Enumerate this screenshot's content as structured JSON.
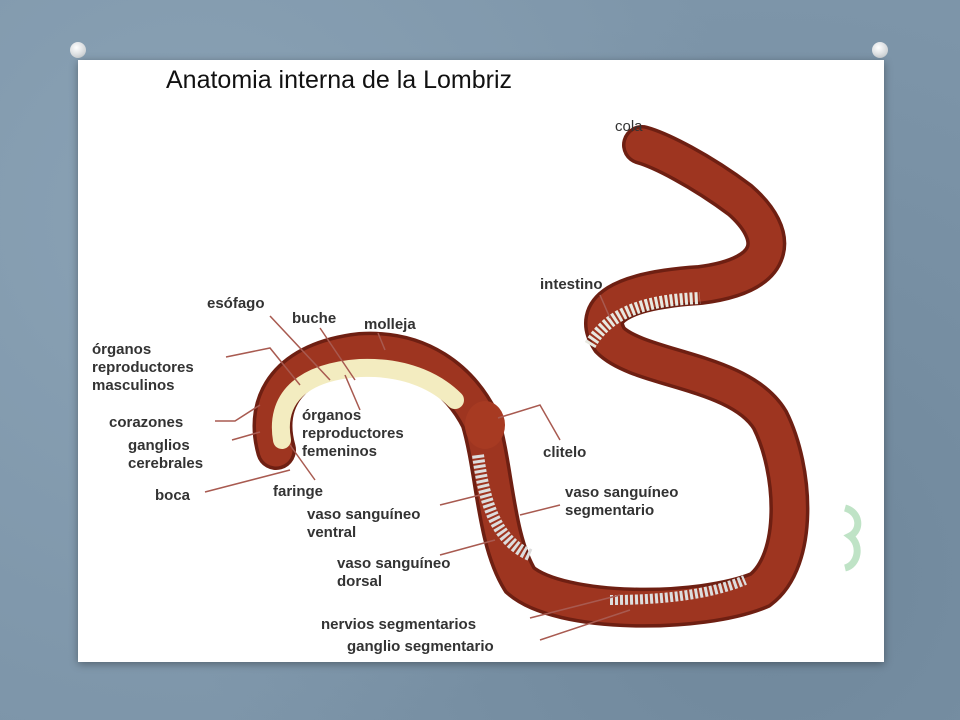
{
  "title": "Anatomia interna de la Lombriz",
  "labels": {
    "cola": "cola",
    "intestino": "intestino",
    "esofago": "esófago",
    "buche": "buche",
    "molleja": "molleja",
    "org_masc_1": "órganos",
    "org_masc_2": "reproductores",
    "org_masc_3": "masculinos",
    "corazones": "corazones",
    "ganglios_1": "ganglios",
    "ganglios_2": "cerebrales",
    "boca": "boca",
    "org_fem_1": "órganos",
    "org_fem_2": "reproductores",
    "org_fem_3": "femeninos",
    "faringe": "faringe",
    "clitelo": "clitelo",
    "vaso_ventral_1": "vaso sanguíneo",
    "vaso_ventral_2": "ventral",
    "vaso_seg_1": "vaso sanguíneo",
    "vaso_seg_2": "segmentario",
    "vaso_dorsal_1": "vaso sanguíneo",
    "vaso_dorsal_2": "dorsal",
    "nervios": "nervios segmentarios",
    "ganglio_seg": "ganglio segmentario"
  },
  "colors": {
    "worm": "#9e3520",
    "worm_dark": "#6e1f12",
    "gut": "#f3ecc0",
    "leader": "#a85a50",
    "background": "#7d95a9"
  }
}
